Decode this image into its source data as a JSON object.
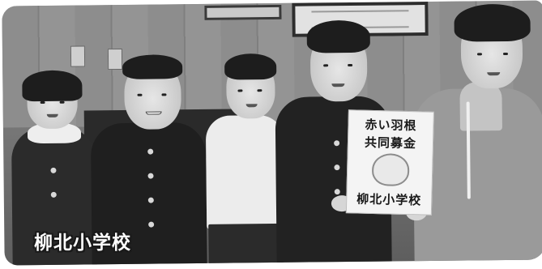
{
  "photo": {
    "caption": "柳北小学校",
    "poster": {
      "line1": "赤い羽根",
      "line2": "共同募金",
      "line3": "柳北小学校",
      "mascot_icon": "mascot-icon"
    }
  }
}
